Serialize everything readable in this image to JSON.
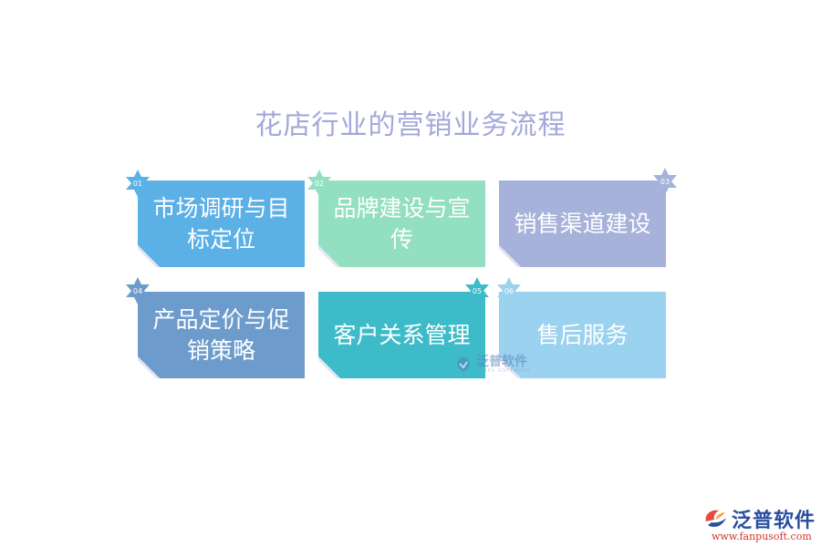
{
  "title": "花店行业的营销业务流程",
  "steps": [
    {
      "num": "01",
      "label": "市场调研与目标定位",
      "color": "#5bb0e6"
    },
    {
      "num": "02",
      "label": "品牌建设与宣传",
      "color": "#93dfc2"
    },
    {
      "num": "03",
      "label": "销售渠道建设",
      "color": "#a6b2da"
    },
    {
      "num": "04",
      "label": "产品定价与促销策略",
      "color": "#6d9bcb"
    },
    {
      "num": "05",
      "label": "客户关系管理",
      "color": "#3dbbc9"
    },
    {
      "num": "06",
      "label": "售后服务",
      "color": "#9ad2ef"
    }
  ],
  "watermark": {
    "text": "泛普软件",
    "sub": "FANPU SOFTWARE"
  },
  "logo": {
    "text": "泛普软件",
    "url": "www.fanpusoft.com"
  }
}
